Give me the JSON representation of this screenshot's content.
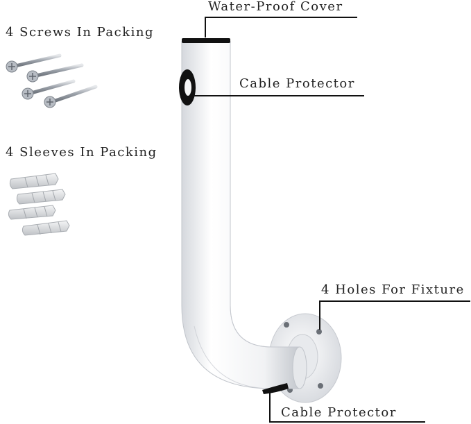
{
  "labels": {
    "water_proof_cover": "Water-Proof Cover",
    "cable_protector_top": "Cable Protector",
    "screws": "4 Screws In Packing",
    "sleeves": "4 Sleeves In Packing",
    "holes": "4 Holes For Fixture",
    "cable_protector_bottom": "Cable Protector"
  },
  "colors": {
    "background": "#ffffff",
    "pipe": "#f2f3f5",
    "pipe_shadow": "#c9ccd2",
    "cover": "#111111",
    "screw": "#9aa0a8",
    "sleeve": "#d9dbde"
  }
}
